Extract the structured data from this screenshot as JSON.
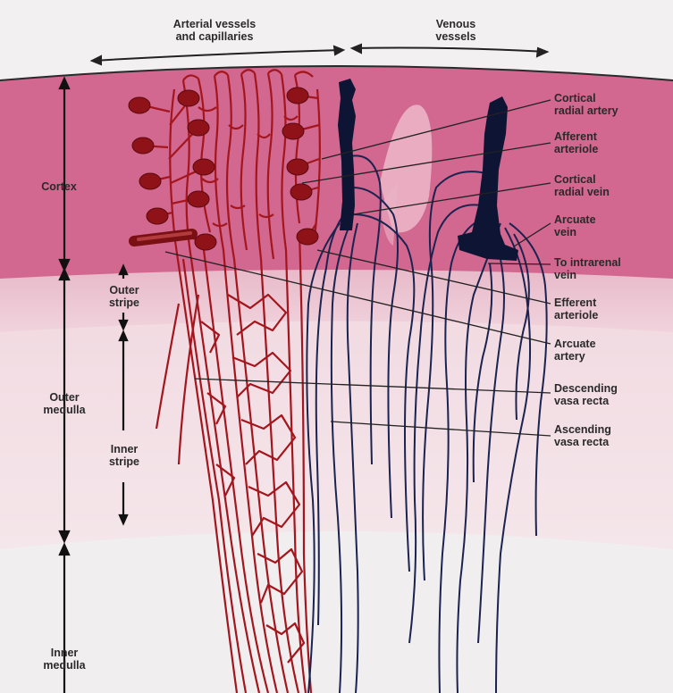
{
  "header": {
    "arterial": "Arterial vessels\nand capillaries",
    "venous": "Venous\nvessels"
  },
  "zones": {
    "cortex": "Cortex",
    "outer_stripe": "Outer\nstripe",
    "outer_medulla": "Outer\nmedulla",
    "inner_stripe": "Inner\nstripe",
    "inner_medulla": "Inner\nmedulla"
  },
  "labels": [
    {
      "id": "cortical-radial-artery",
      "text": "Cortical\nradial artery"
    },
    {
      "id": "afferent-arteriole",
      "text": "Afferent\narteriole"
    },
    {
      "id": "cortical-radial-vein",
      "text": "Cortical\nradial vein"
    },
    {
      "id": "arcuate-vein",
      "text": "Arcuate\nvein"
    },
    {
      "id": "to-intrarenal-vein",
      "text": "To intrarenal\nvein"
    },
    {
      "id": "efferent-arteriole",
      "text": "Efferent\narteriole"
    },
    {
      "id": "arcuate-artery",
      "text": "Arcuate\nartery"
    },
    {
      "id": "descending-vasa-recta",
      "text": "Descending\nvasa recta"
    },
    {
      "id": "ascending-vasa-recta",
      "text": "Ascending\nvasa recta"
    }
  ],
  "colors": {
    "cortex": "#d2678f",
    "outer_stripe": "#ebc6d2",
    "inner_stripe": "#f3e2e7",
    "inner_medulla": "#f1eef0",
    "artery": "#a4161e",
    "vein": "#1b2350"
  }
}
